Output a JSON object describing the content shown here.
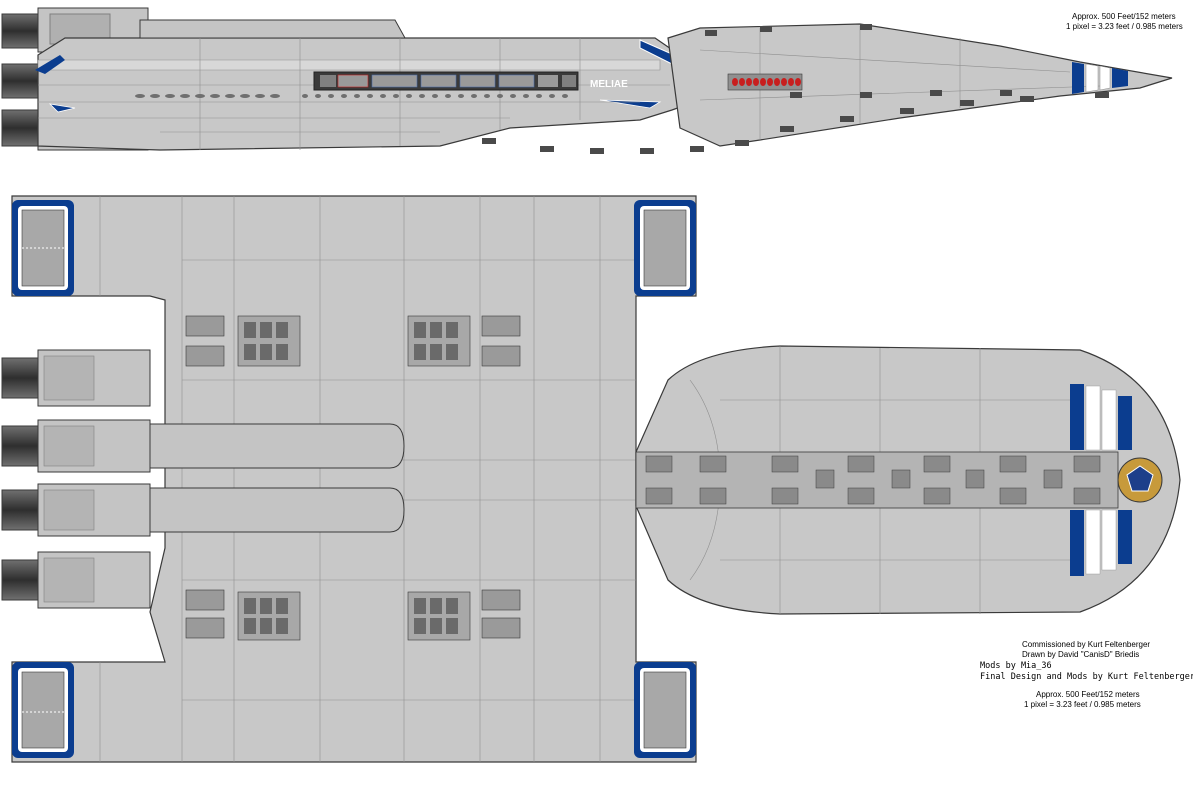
{
  "ship": {
    "name": "MELIAE"
  },
  "scale_top": {
    "line1": "Approx. 500 Feet/152 meters",
    "line2": "1 pixel = 3.23 feet / 0.985 meters"
  },
  "credits": {
    "commissioned": "Commissioned by Kurt Feltenberger",
    "drawn": "Drawn by David \"CanisD\" Briedis",
    "mods": "Mods by Mia_36",
    "final": "Final Design and Mods by Kurt Feltenberger",
    "scale1": "Approx. 500 Feet/152 meters",
    "scale2": "1 pixel = 3.23 feet / 0.985 meters"
  },
  "colors": {
    "hull": "#c8c8c8",
    "hull_dark": "#a0a0a0",
    "outline": "#3a3a3a",
    "panel_line": "#8f8f8f",
    "stripe_blue": "#0b3d8f",
    "stripe_white": "#ffffff",
    "engine_dark": "#5a5a5a",
    "engine_light": "#b5b5b5",
    "window_red": "#c81e1e",
    "emblem_gold": "#c79a3b",
    "emblem_blue": "#1d3f8a"
  }
}
